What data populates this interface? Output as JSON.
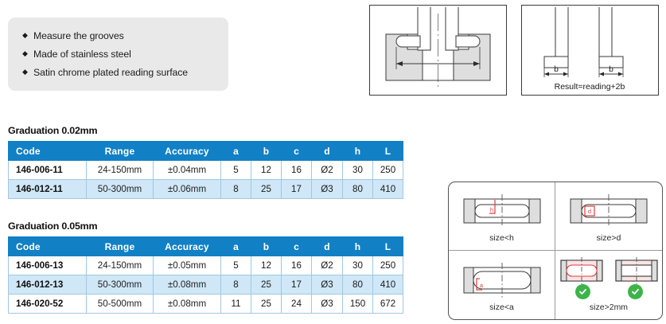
{
  "features": {
    "bullet_glyph": "◆",
    "items": [
      "Measure the grooves",
      "Made of stainless steel",
      "Satin chrome plated reading surface"
    ]
  },
  "colors": {
    "header_blue": "#1280c4",
    "row_alt_blue": "#cfe7f7",
    "border_blue": "#9fc8e2",
    "check_green": "#3cb44a",
    "feature_box_gray": "#e9e9e9",
    "diagram_fill_gray": "#dedede",
    "marker_red": "#e03b3b"
  },
  "tables": [
    {
      "title": "Graduation 0.02mm",
      "columns": [
        "Code",
        "Range",
        "Accuracy",
        "a",
        "b",
        "c",
        "d",
        "h",
        "L"
      ],
      "rows": [
        [
          "146-006-11",
          "24-150mm",
          "±0.04mm",
          "5",
          "12",
          "16",
          "Ø2",
          "30",
          "250"
        ],
        [
          "146-012-11",
          "50-300mm",
          "±0.06mm",
          "8",
          "25",
          "17",
          "Ø3",
          "80",
          "410"
        ]
      ]
    },
    {
      "title": "Graduation 0.05mm",
      "columns": [
        "Code",
        "Range",
        "Accuracy",
        "a",
        "b",
        "c",
        "d",
        "h",
        "L"
      ],
      "rows": [
        [
          "146-006-13",
          "24-150mm",
          "±0.05mm",
          "5",
          "12",
          "16",
          "Ø2",
          "30",
          "250"
        ],
        [
          "146-012-13",
          "50-300mm",
          "±0.08mm",
          "8",
          "25",
          "17",
          "Ø3",
          "80",
          "410"
        ],
        [
          "146-020-52",
          "50-500mm",
          "±0.08mm",
          "11",
          "25",
          "24",
          "Ø3",
          "150",
          "672"
        ]
      ]
    }
  ],
  "diagrams": {
    "groove_measurement": {
      "name": "groove-measurement-diagram"
    },
    "jaw_offset": {
      "name": "jaw-offset-diagram",
      "caption": "Result=reading+2b",
      "label_left": "b",
      "label_right": "b"
    }
  },
  "usage_grid": {
    "cells": [
      {
        "name": "size-less-than-h",
        "caption": "size<h",
        "marker": "h"
      },
      {
        "name": "size-greater-than-d",
        "caption": "size>d",
        "marker": "d"
      },
      {
        "name": "size-less-than-a",
        "caption": "size<a",
        "marker": "a"
      },
      {
        "name": "size-greater-than-2mm",
        "caption": "size>2mm",
        "marker": ""
      }
    ]
  }
}
